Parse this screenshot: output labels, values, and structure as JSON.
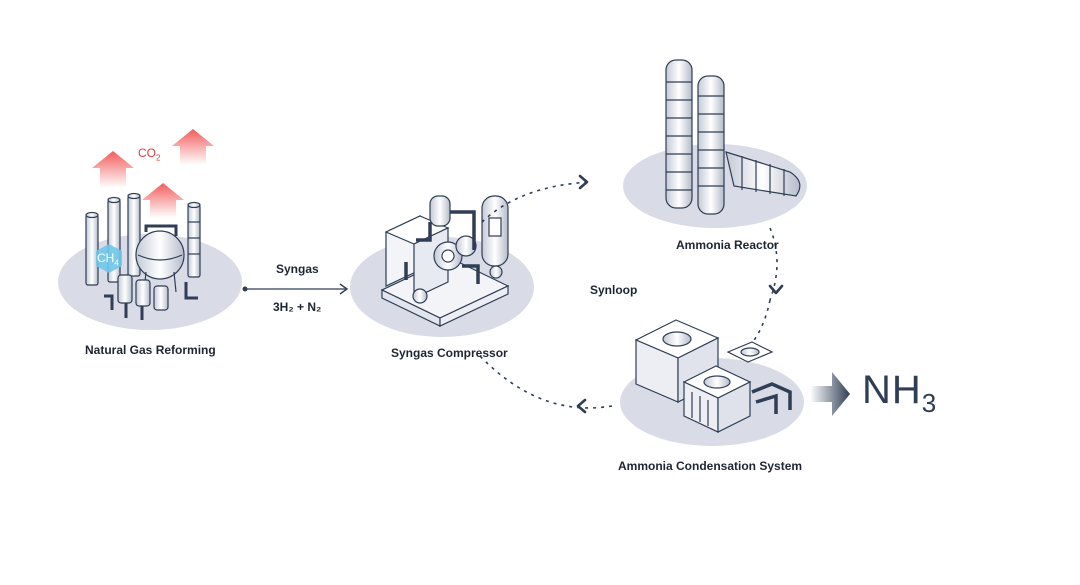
{
  "stages": {
    "reforming": "Natural Gas Reforming",
    "compressor": "Syngas Compressor",
    "reactor": "Ammonia Reactor",
    "condensation": "Ammonia Condensation System"
  },
  "flow": {
    "syngas_label": "Syngas",
    "equation": "3H₂ + N₂",
    "loop_label": "Synloop"
  },
  "species": {
    "co2": {
      "main": "CO",
      "sub": "2"
    },
    "ch4": {
      "main": "CH",
      "sub": "4"
    },
    "nh3": {
      "main": "NH",
      "sub": "3"
    }
  },
  "colors": {
    "platform": "#d9dbe6",
    "line": "#2f3e55",
    "emission": "#f25c5c",
    "methane": "#6fc6ea",
    "text": "#1e2533"
  }
}
